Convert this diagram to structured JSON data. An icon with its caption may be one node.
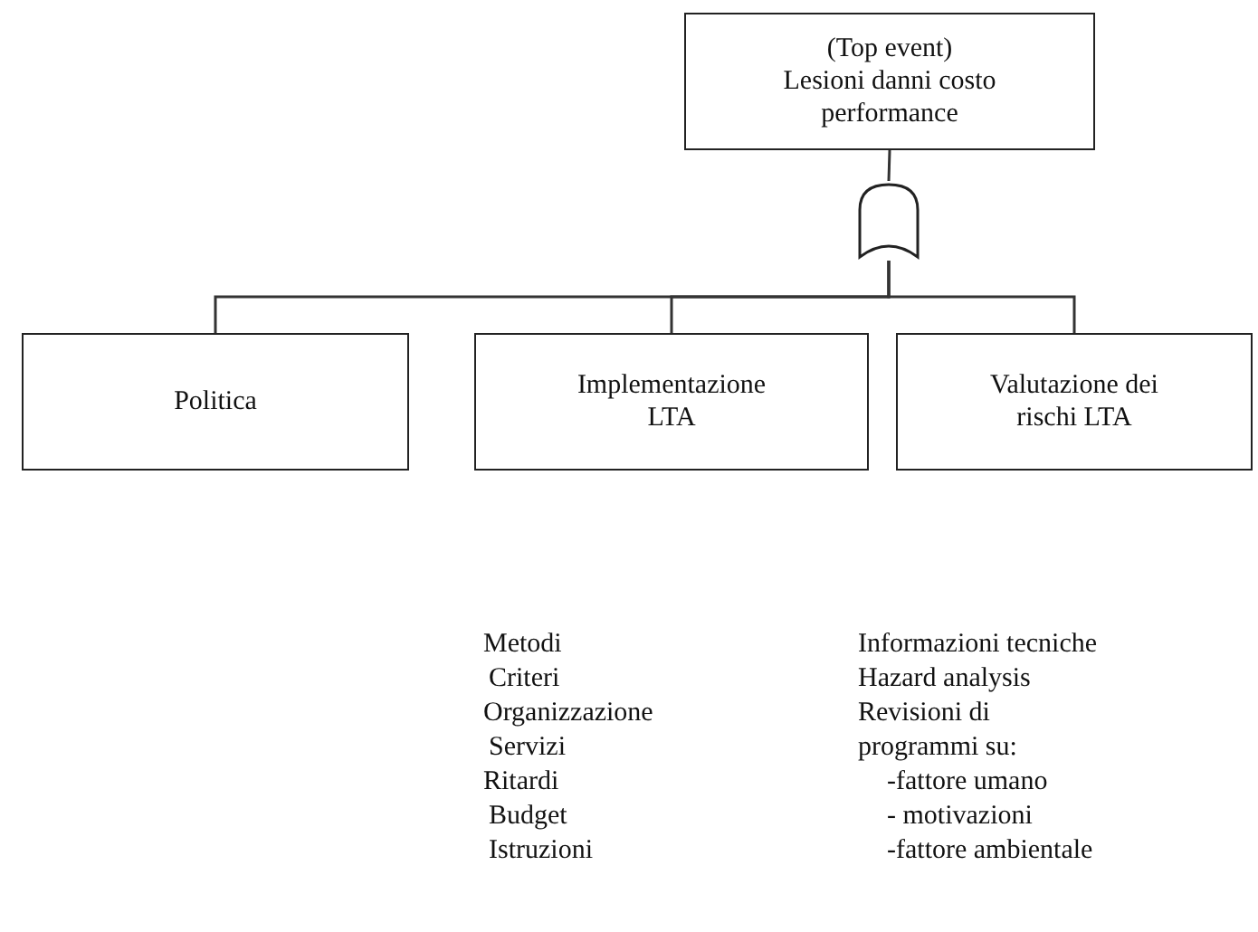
{
  "diagram": {
    "nodes": [
      {
        "text": [
          "(Top event)",
          "Lesioni danni costo performance"
        ]
      },
      {
        "text": [],
        "shape": "gate"
      },
      {
        "text": [
          "Politica"
        ]
      },
      {
        "text": [
          "Implementazione LTA"
        ]
      },
      {
        "text": [
          "Valutazione dei rischi LTA"
        ]
      }
    ],
    "edges": [
      {
        "from": 0,
        "to": 1,
        "arrow": "none"
      },
      {
        "from": 1,
        "to": 2,
        "arrow": "none"
      },
      {
        "from": 1,
        "to": 3,
        "arrow": "none"
      },
      {
        "from": 1,
        "to": 4,
        "arrow": "none"
      }
    ],
    "labels": [
      "Metodi",
      "Criteri",
      "Organizzazione",
      "Servizi",
      "Ritardi",
      "Budget",
      "Istruzioni",
      "Informazioni tecniche",
      "Hazard analysis",
      "Revisioni di",
      "programmi su:",
      "-fattore umano",
      "- motivazioni",
      "-fattore ambientale"
    ]
  }
}
